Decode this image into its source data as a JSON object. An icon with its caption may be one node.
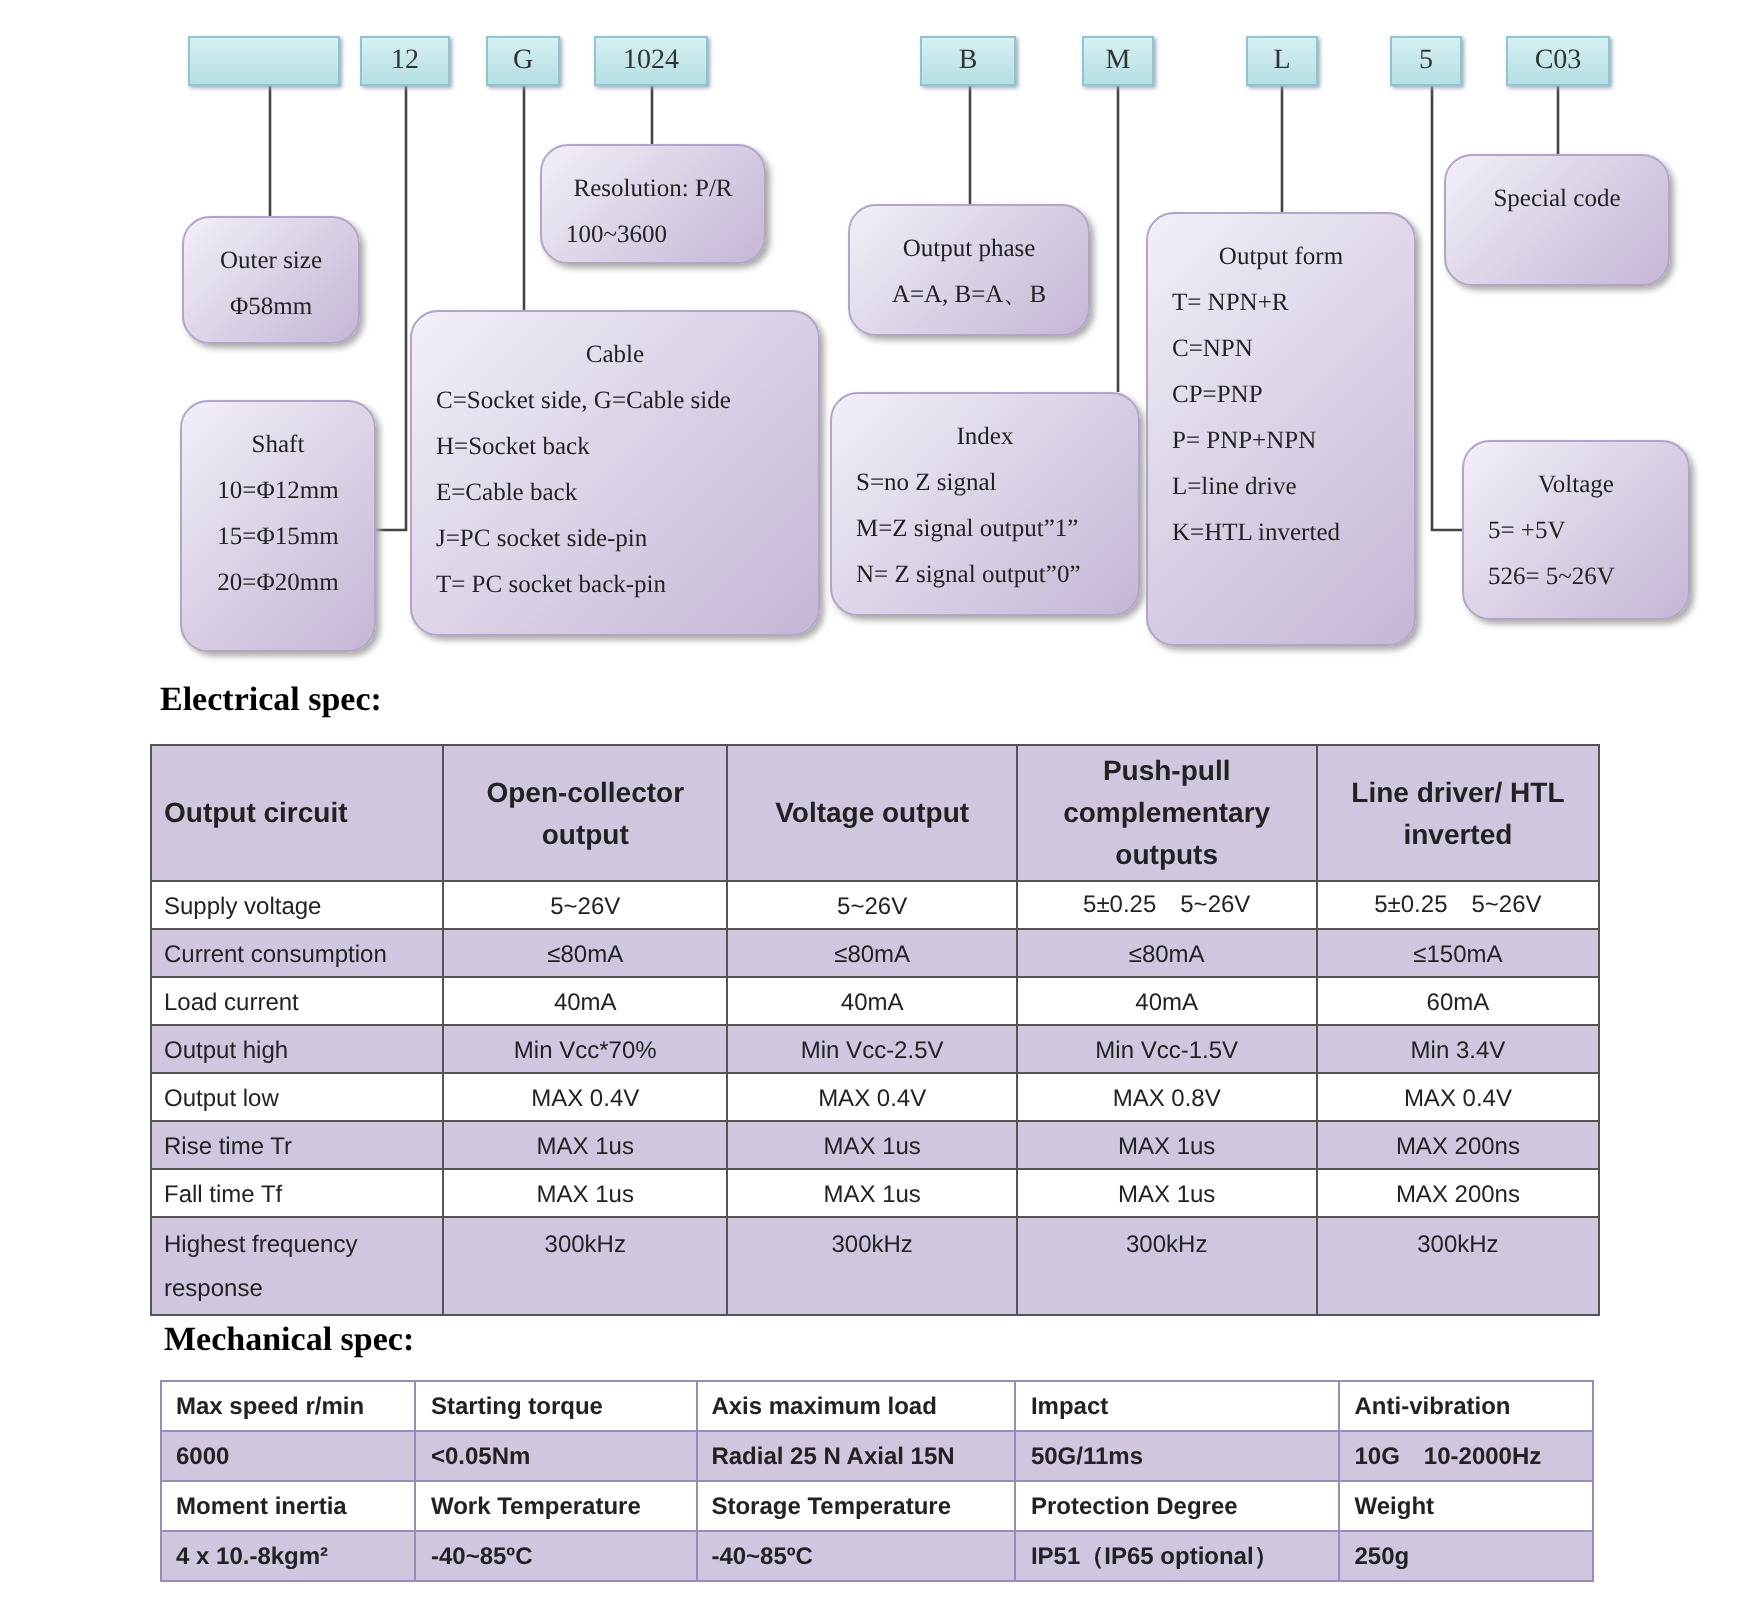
{
  "diagram": {
    "nodes": [
      {
        "text": [],
        "shape": "box"
      },
      {
        "text": [
          "12"
        ]
      },
      {
        "text": [
          "G"
        ]
      },
      {
        "text": [
          "1024"
        ]
      },
      {
        "text": [
          "B"
        ]
      },
      {
        "text": [
          "M"
        ]
      },
      {
        "text": [
          "L"
        ]
      },
      {
        "text": [
          "5"
        ]
      },
      {
        "text": [
          "C03"
        ]
      },
      {
        "text": [
          "Resolution: P/R",
          "100~3600"
        ]
      },
      {
        "text": [
          "Special code"
        ]
      },
      {
        "text": [
          "Outer size",
          "Φ58mm"
        ]
      },
      {
        "text": [
          "Output phase",
          "A=A, B=A、B"
        ]
      },
      {
        "text": [
          "Output form",
          "T= NPN+R",
          "C=NPN",
          "CP=PNP",
          "P= PNP+NPN",
          "L=line drive",
          "K=HTL inverted"
        ]
      },
      {
        "text": [
          "Cable",
          "C=Socket side, G=Cable side",
          "H=Socket back",
          "E=Cable back",
          "J=PC socket side-pin",
          "T= PC socket back-pin"
        ]
      },
      {
        "text": [
          "Index",
          "S=no Z signal",
          "M=Z signal output”1”",
          "N= Z signal output”0”"
        ]
      },
      {
        "text": [
          "Shaft",
          "10=Φ12mm",
          "15=Φ15mm",
          "20=Φ20mm"
        ]
      },
      {
        "text": [
          "Voltage",
          "5= +5V",
          "526= 5~26V"
        ]
      }
    ],
    "edges": [
      {
        "from": 0,
        "to": 11,
        "arrow": "none"
      },
      {
        "from": 1,
        "to": 16,
        "arrow": "none"
      },
      {
        "from": 2,
        "to": 14,
        "arrow": "none"
      },
      {
        "from": 3,
        "to": 9,
        "arrow": "none"
      },
      {
        "from": 4,
        "to": 12,
        "arrow": "none"
      },
      {
        "from": 5,
        "to": 15,
        "arrow": "none"
      },
      {
        "from": 6,
        "to": 13,
        "arrow": "none"
      },
      {
        "from": 7,
        "to": 17,
        "arrow": "none"
      },
      {
        "from": 8,
        "to": 10,
        "arrow": "none"
      }
    ],
    "labels": [
      "Electrical spec:",
      "Output circuit",
      "Open-collector output",
      "Voltage output",
      "Push-pull complementary outputs",
      "Line driver/ HTL inverted",
      "Supply voltage",
      "5~26V",
      "5~26V",
      "5±0.25　5~26V",
      "5±0.25　5~26V",
      "Current consumption",
      "≤80mA",
      "≤80mA",
      "≤80mA",
      "≤150mA",
      "Load current",
      "40mA",
      "40mA",
      "40mA",
      "60mA",
      "Output high",
      "Min Vcc*70%",
      "Min Vcc-2.5V",
      "Min Vcc-1.5V",
      "Min 3.4V",
      "Output low",
      "MAX 0.4V",
      "MAX 0.4V",
      "MAX 0.8V",
      "MAX 0.4V",
      "Rise time Tr",
      "MAX 1us",
      "MAX 1us",
      "MAX 1us",
      "MAX 200ns",
      "Fall time Tf",
      "MAX 1us",
      "MAX 1us",
      "MAX 1us",
      "MAX 200ns",
      "Highest frequency response",
      "300kHz",
      "300kHz",
      "300kHz",
      "300kHz",
      "Mechanical spec:",
      "Max speed r/min",
      "Starting torque",
      "Axis maximum load",
      "Impact",
      "Anti-vibration",
      "6000",
      "<0.05Nm",
      "Radial 25 N Axial 15N",
      "50G/11ms",
      "10G　10-2000Hz",
      "Moment inertia",
      "Work Temperature",
      "Storage Temperature",
      "Protection Degree",
      "Weight",
      "4 x 10.-8kgm²",
      "-40~85ºC",
      "-40~85ºC",
      "IP51（IP65 optional）",
      "250g"
    ]
  }
}
